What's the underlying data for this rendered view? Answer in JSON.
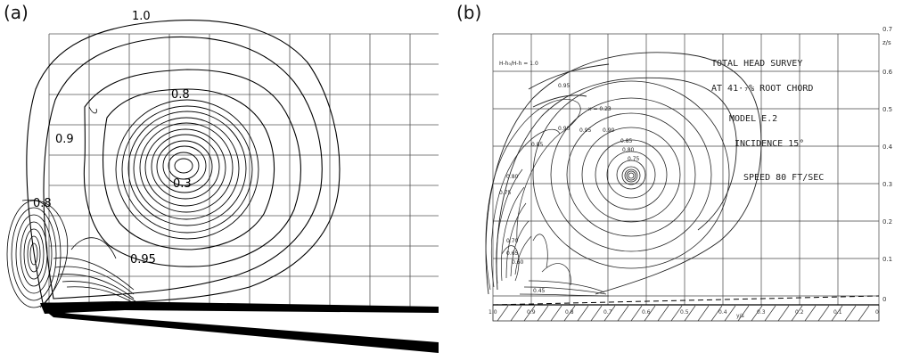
{
  "panel_a": {
    "label": "(a)",
    "contour_labels": [
      "1.0",
      "0.8",
      "0.9",
      "0.3",
      "0.8",
      "0.95"
    ]
  },
  "panel_b": {
    "label": "(b)",
    "title_lines": [
      "TOTAL HEAD SURVEY",
      "AT 41·₇% ROOT CHORD",
      "MODEL E.2",
      "INCIDENCE 15°",
      "SPEED 80 FT/SEC"
    ],
    "legend_text": "H-h₀/H-h = 1.0",
    "x_marker": "x = 0.23",
    "contour_labels": [
      "0.95",
      "0.90",
      "0.85",
      "0.95",
      "0.90",
      "0.85",
      "0.80",
      "0.75",
      "0.80",
      "0.75",
      "0.70",
      "0.65",
      "0.60",
      "0.45"
    ],
    "right_axis_label": "z/s",
    "right_axis_ticks": [
      "0.7",
      "0.6",
      "0.5",
      "0.4",
      "0.3",
      "0.2",
      "0.1",
      "0"
    ],
    "bottom_axis_label": "y/s",
    "bottom_axis_ticks": [
      "1.0",
      "0.9",
      "0.8",
      "0.7",
      "0.6",
      "0.5",
      "0.4",
      "0.3",
      "0.2",
      "0.1",
      "0"
    ]
  }
}
